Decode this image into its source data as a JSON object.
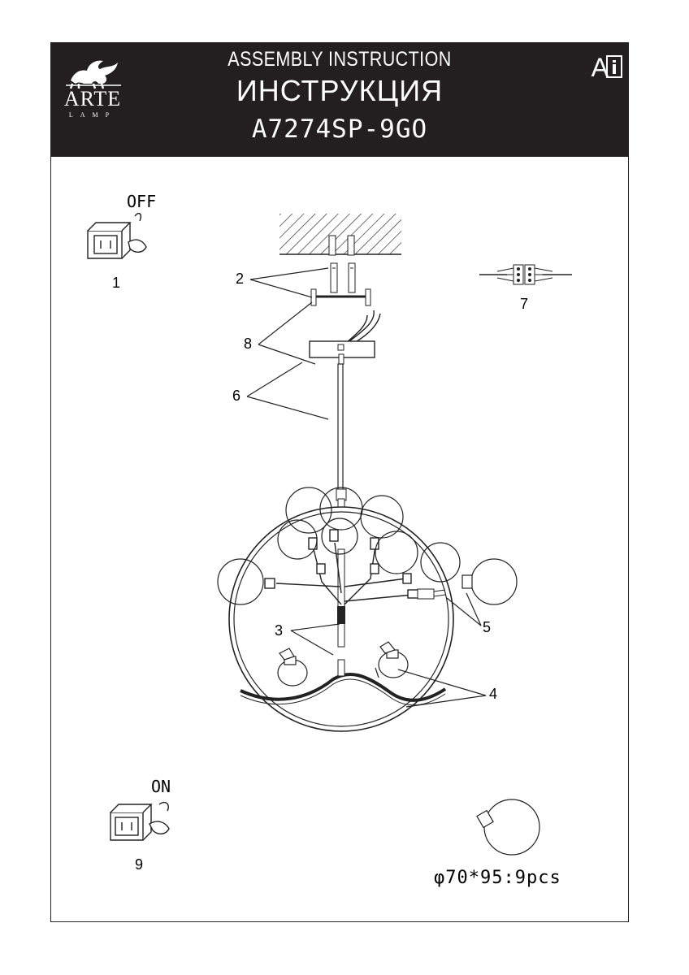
{
  "header": {
    "title_en": "ASSEMBLY INSTRUCTION",
    "title_ru": "ИНСТРУКЦИЯ",
    "model": "A7274SP-9GO",
    "brand": "ARTE",
    "brand_sub": "LAMP",
    "lang_mark": "A"
  },
  "switches": {
    "off_label": "OFF",
    "on_label": "ON",
    "off_step": "1",
    "on_step": "9"
  },
  "callouts": {
    "mounting_screws": "2",
    "arms": "3",
    "bulbs": "4",
    "glass_shades": "5",
    "suspension_rod": "6",
    "connector_block": "7",
    "canopy": "8"
  },
  "bulb_spec": "φ70*95:9pcs"
}
